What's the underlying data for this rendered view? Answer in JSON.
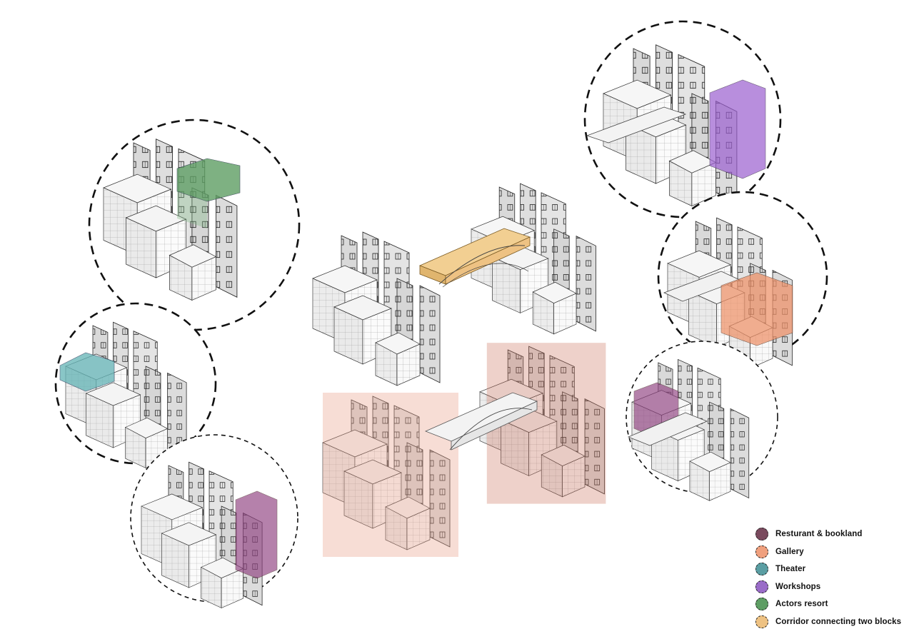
{
  "legend": [
    {
      "label": "Resturant & bookland",
      "color": "#7a4a5e"
    },
    {
      "label": "Gallery",
      "color": "#f0a07e"
    },
    {
      "label": "Theater",
      "color": "#5a9ea3"
    },
    {
      "label": "Workshops",
      "color": "#9a6cc8"
    },
    {
      "label": "Actors resort",
      "color": "#5e9e64"
    },
    {
      "label": "Corridor connecting two blocks",
      "color": "#eec283"
    }
  ],
  "colors": {
    "restaurant": "#8e4f6f",
    "gallery": "#ee9168",
    "theater": "#62b3b5",
    "workshops": "#9b5fd0",
    "actors": "#4a9a56",
    "corridor": "#e8b96a",
    "salmon": "#e89a8a"
  }
}
